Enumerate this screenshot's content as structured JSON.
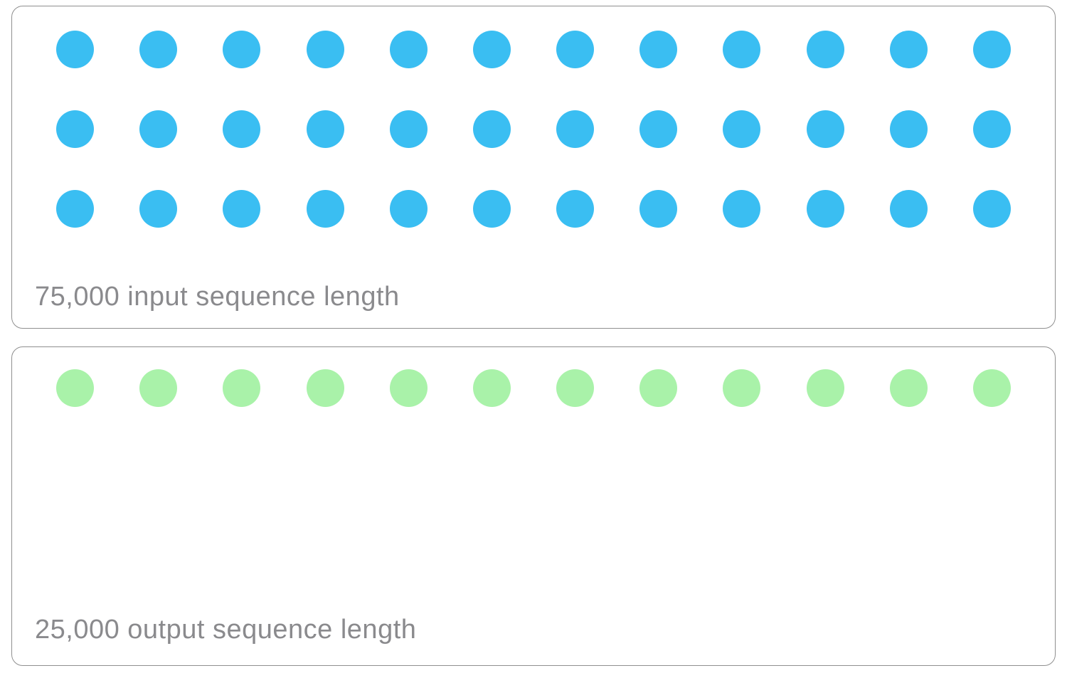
{
  "figure": {
    "background": "#ffffff",
    "border_color": "#8f8f8f",
    "label_color": "#8a8a8d",
    "panels": [
      {
        "id": "input",
        "label": "75,000 input sequence length",
        "dot_rows": 3,
        "dot_cols": 12,
        "dot_count": 36,
        "dot_color": "#3abef2"
      },
      {
        "id": "output",
        "label": "25,000 output sequence length",
        "dot_rows": 1,
        "dot_cols": 12,
        "dot_count": 12,
        "dot_color": "#a9f2a9"
      }
    ]
  }
}
